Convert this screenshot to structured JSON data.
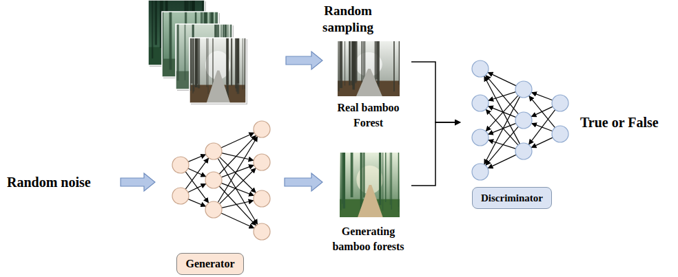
{
  "diagram": {
    "nodes": [
      {
        "text": [
          "Real bamboo Forest"
        ]
      },
      {
        "text": [
          "Generator"
        ]
      },
      {
        "text": [
          "Generating bamboo forests"
        ]
      },
      {
        "text": [
          "Discriminator"
        ]
      }
    ],
    "edges": [
      {
        "from": 1,
        "to": 2,
        "arrow": "to"
      },
      {
        "from": 0,
        "to": 3,
        "arrow": "to"
      },
      {
        "from": 2,
        "to": 3,
        "arrow": "to"
      }
    ],
    "labels": [
      "Random sampling",
      "Random noise",
      "True or False"
    ]
  }
}
